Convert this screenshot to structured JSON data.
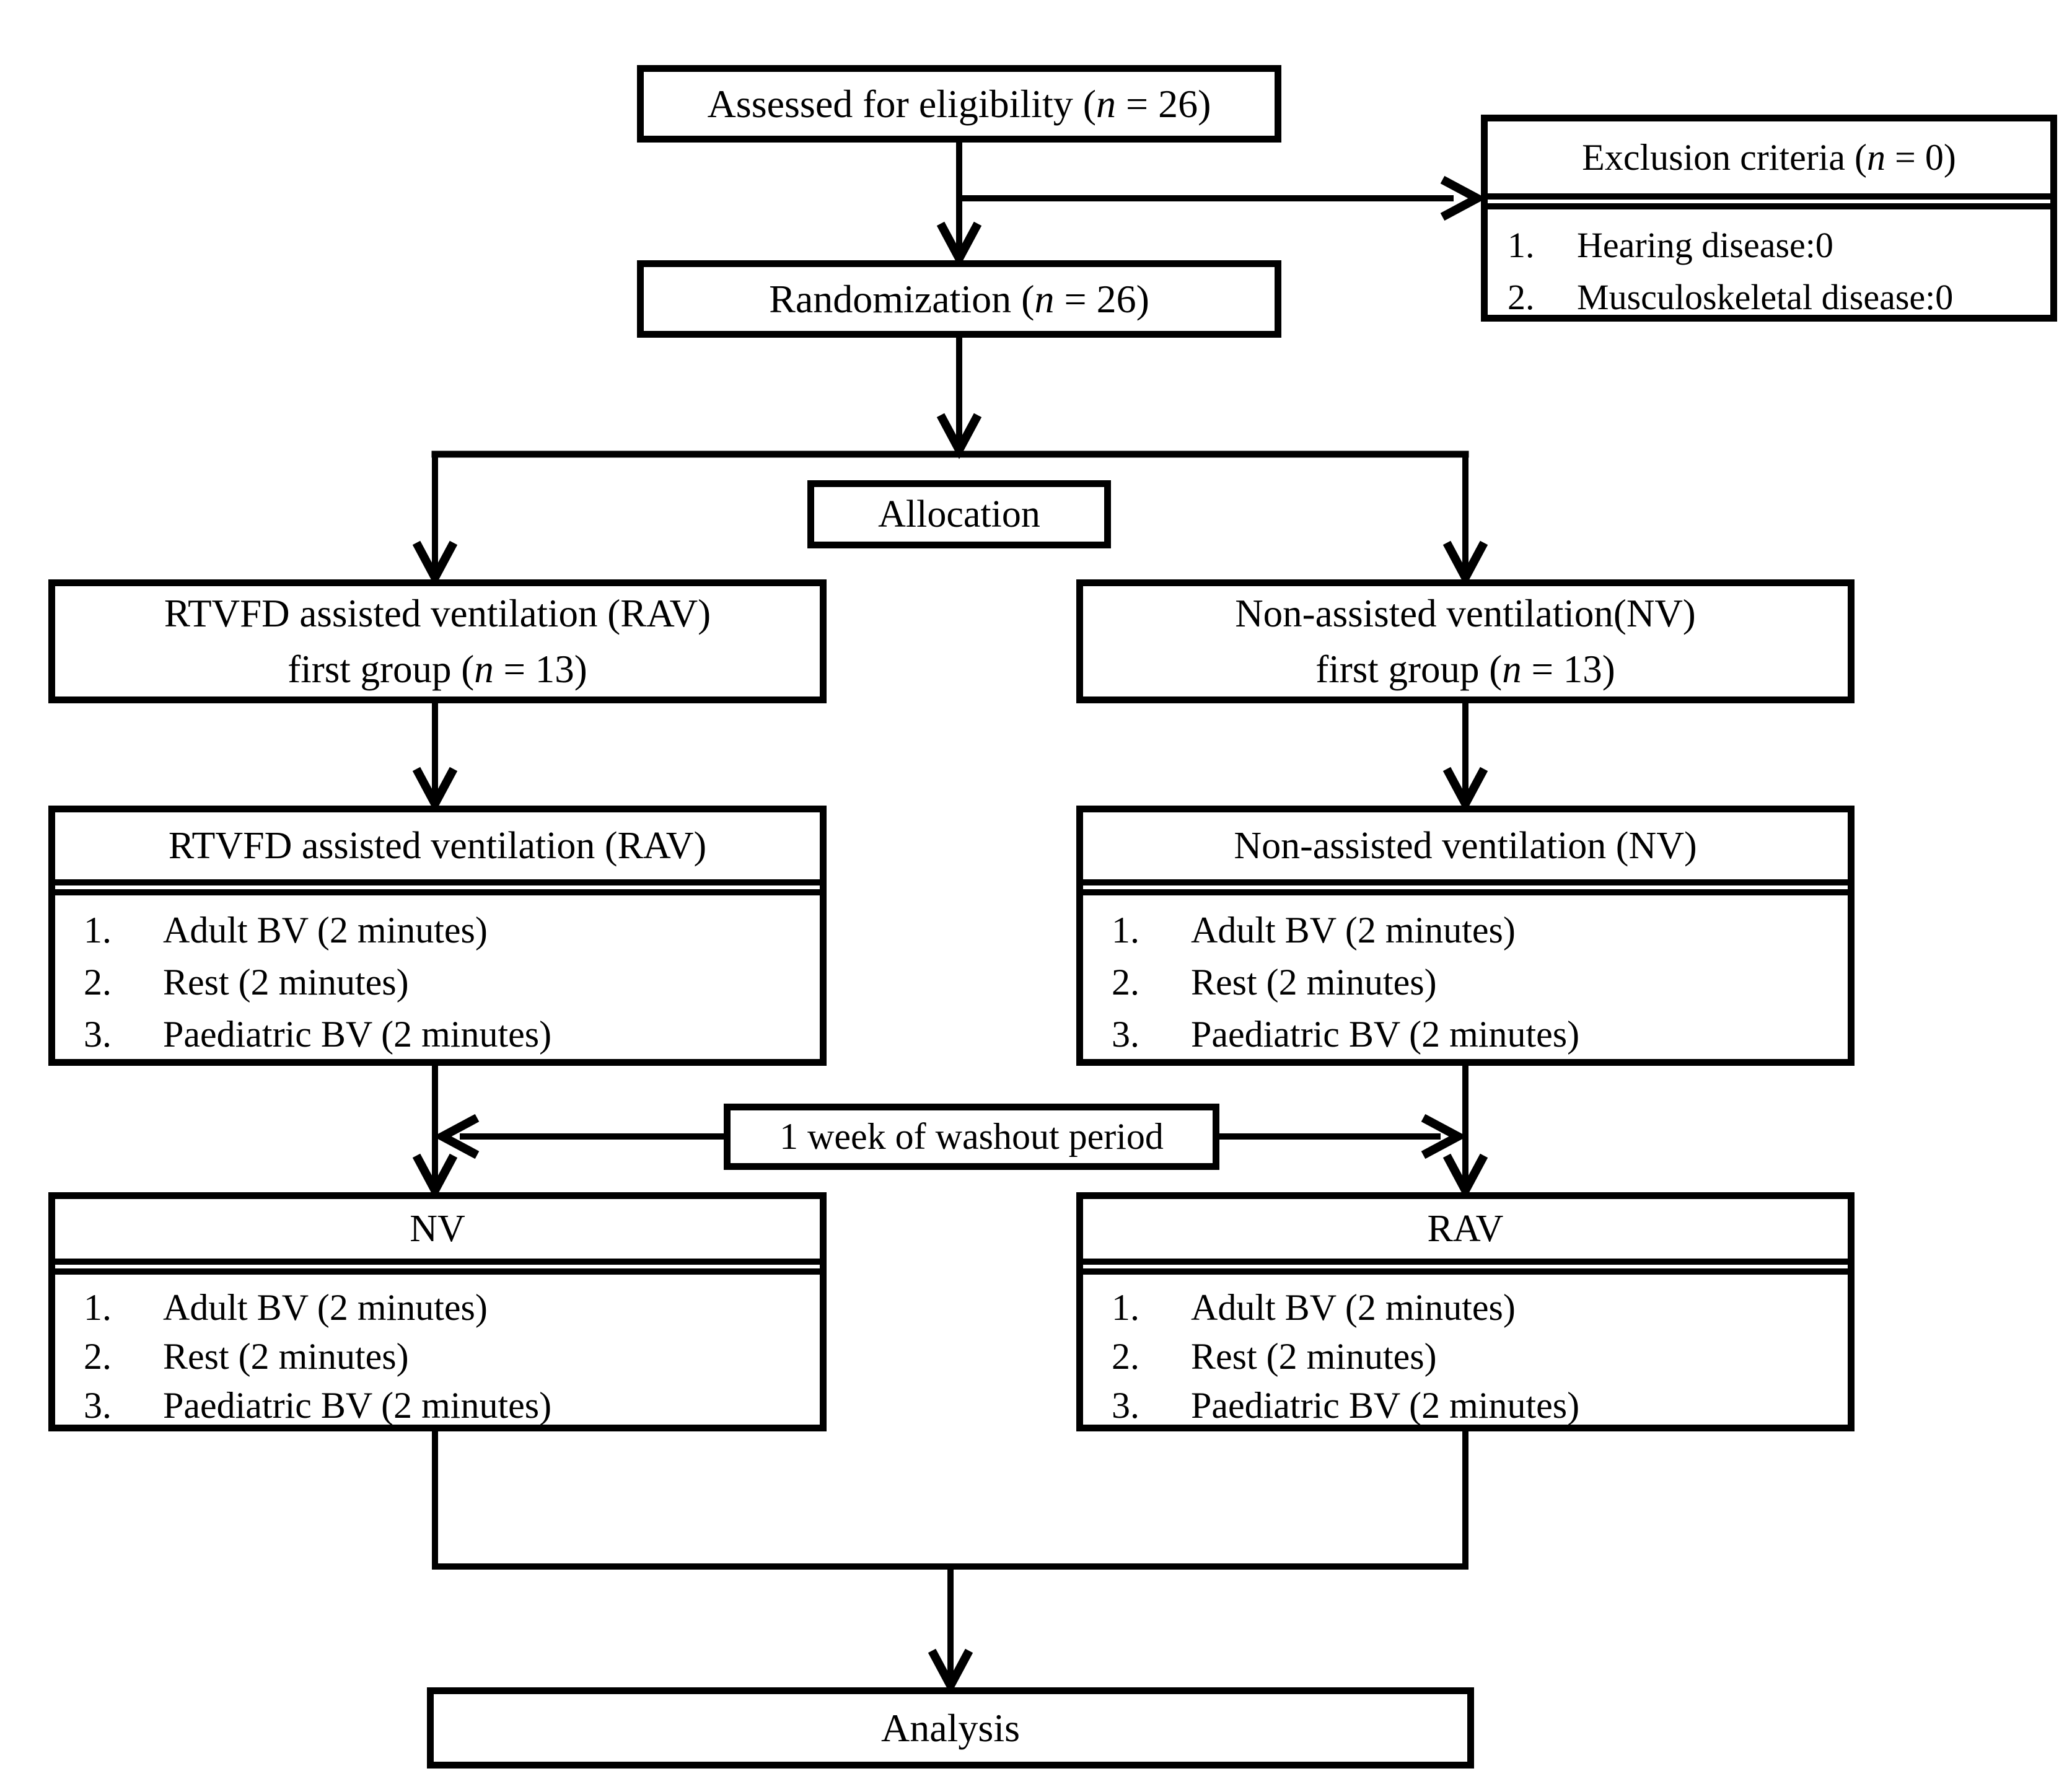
{
  "colors": {
    "ink": "#000000",
    "background": "#ffffff"
  },
  "figure": {
    "assessed": {
      "text_before": "Assessed for eligibility (",
      "n": "n",
      "text_after": " = 26)"
    },
    "exclusion": {
      "title_before": "Exclusion criteria (",
      "n": "n",
      "title_after": " = 0)",
      "items": [
        {
          "num": "1.",
          "text": "Hearing disease:0"
        },
        {
          "num": "2.",
          "text": "Musculoskeletal disease:0"
        }
      ]
    },
    "randomization": {
      "text_before": "Randomization (",
      "n": "n",
      "text_after": " = 26)"
    },
    "allocation": {
      "label": "Allocation"
    },
    "left_group": {
      "line1": "RTVFD assisted ventilation (RAV)",
      "line2_before": "first group (",
      "n": "n",
      "line2_after": " = 13)"
    },
    "right_group": {
      "line1": "Non-assisted ventilation(NV)",
      "line2_before": "first group (",
      "n": "n",
      "line2_after": " = 13)"
    },
    "left_period1": {
      "header": "RTVFD assisted ventilation (RAV)",
      "items": [
        {
          "num": "1.",
          "text": "Adult BV (2 minutes)"
        },
        {
          "num": "2.",
          "text": "Rest (2 minutes)"
        },
        {
          "num": "3.",
          "text": "Paediatric BV (2 minutes)"
        }
      ]
    },
    "right_period1": {
      "header": "Non-assisted ventilation (NV)",
      "items": [
        {
          "num": "1.",
          "text": "Adult BV (2 minutes)"
        },
        {
          "num": "2.",
          "text": "Rest (2 minutes)"
        },
        {
          "num": "3.",
          "text": "Paediatric BV (2 minutes)"
        }
      ]
    },
    "washout": {
      "label": "1 week of washout period"
    },
    "left_period2": {
      "header": "NV",
      "items": [
        {
          "num": "1.",
          "text": "Adult BV (2 minutes)"
        },
        {
          "num": "2.",
          "text": "Rest (2 minutes)"
        },
        {
          "num": "3.",
          "text": "Paediatric BV (2 minutes)"
        }
      ]
    },
    "right_period2": {
      "header": "RAV",
      "items": [
        {
          "num": "1.",
          "text": "Adult BV (2 minutes)"
        },
        {
          "num": "2.",
          "text": "Rest (2 minutes)"
        },
        {
          "num": "3.",
          "text": "Paediatric BV (2 minutes)"
        }
      ]
    },
    "analysis": {
      "label": "Analysis"
    }
  }
}
